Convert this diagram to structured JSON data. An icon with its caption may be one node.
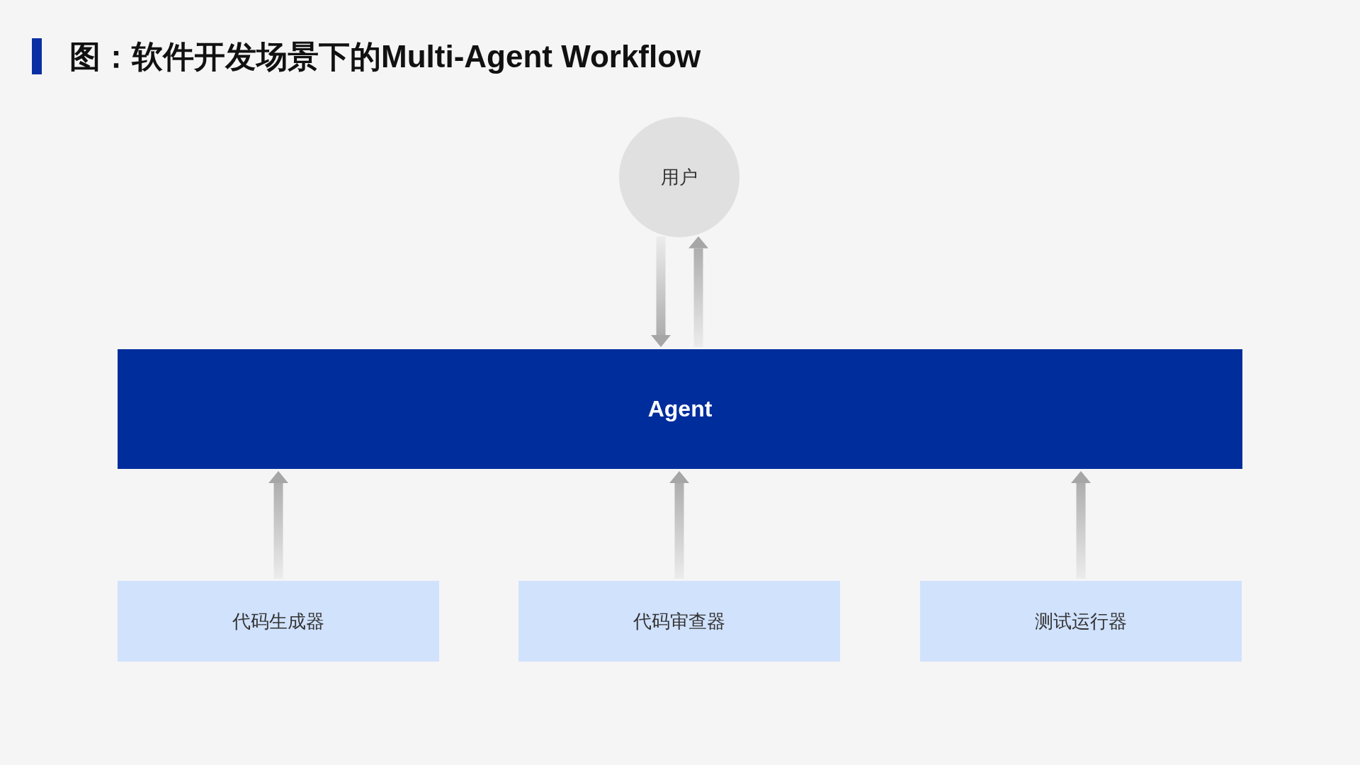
{
  "diagram": {
    "title": "图：软件开发场景下的Multi-Agent Workflow",
    "nodes": [
      {
        "text": [
          "用户"
        ]
      },
      {
        "text": [
          "Agent"
        ]
      },
      {
        "text": [
          "代码生成器"
        ]
      },
      {
        "text": [
          "代码审查器"
        ]
      },
      {
        "text": [
          "测试运行器"
        ]
      }
    ],
    "edges": [
      {
        "from": 0,
        "to": 1,
        "arrow": "to"
      },
      {
        "from": 1,
        "to": 0,
        "arrow": "to"
      },
      {
        "from": 2,
        "to": 1,
        "arrow": "to"
      },
      {
        "from": 3,
        "to": 1,
        "arrow": "to"
      },
      {
        "from": 4,
        "to": 1,
        "arrow": "to"
      }
    ]
  }
}
